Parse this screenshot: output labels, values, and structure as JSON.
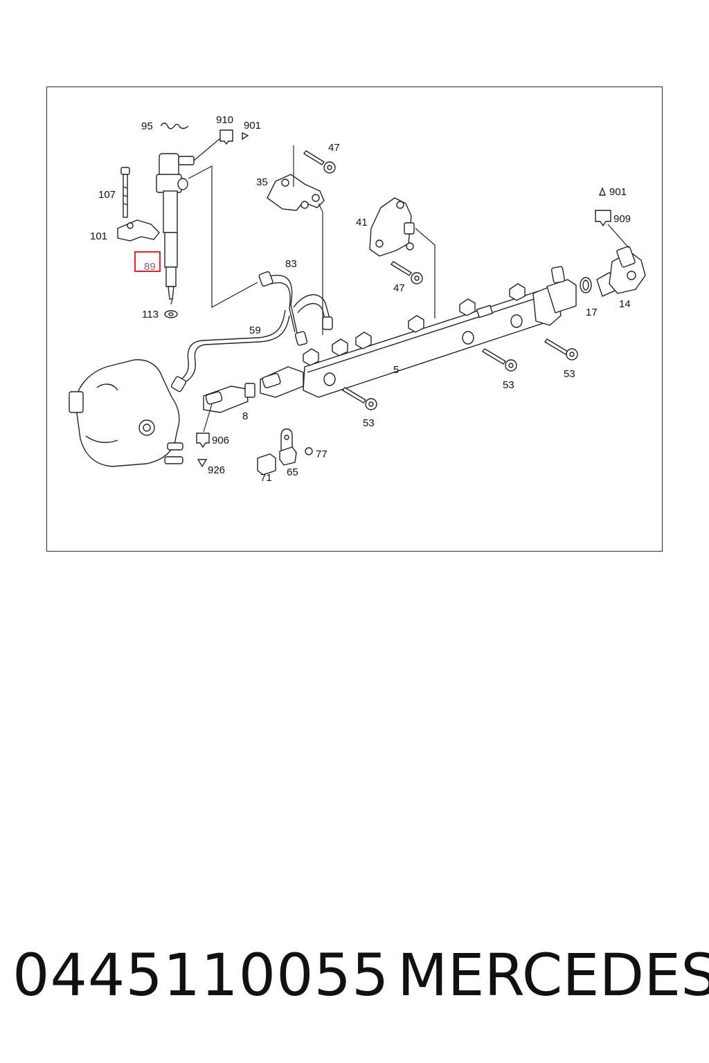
{
  "diagram": {
    "labels": {
      "l95": "95",
      "l910": "910",
      "l901a": "901",
      "l47a": "47",
      "l35": "35",
      "l107": "107",
      "l101": "101",
      "l89": "89",
      "l113": "113",
      "l83": "83",
      "l41": "41",
      "l47b": "47",
      "l901b": "901",
      "l909": "909",
      "l17": "17",
      "l14": "14",
      "l59": "59",
      "l5": "5",
      "l53a": "53",
      "l53b": "53",
      "l53c": "53",
      "l8": "8",
      "l906": "906",
      "l926": "926",
      "l71": "71",
      "l65": "65",
      "l77": "77"
    },
    "highlight": {
      "part": "89",
      "color": "#e0202a"
    }
  },
  "caption": {
    "part_number": "0445110055",
    "brand": "MERCEDES"
  }
}
